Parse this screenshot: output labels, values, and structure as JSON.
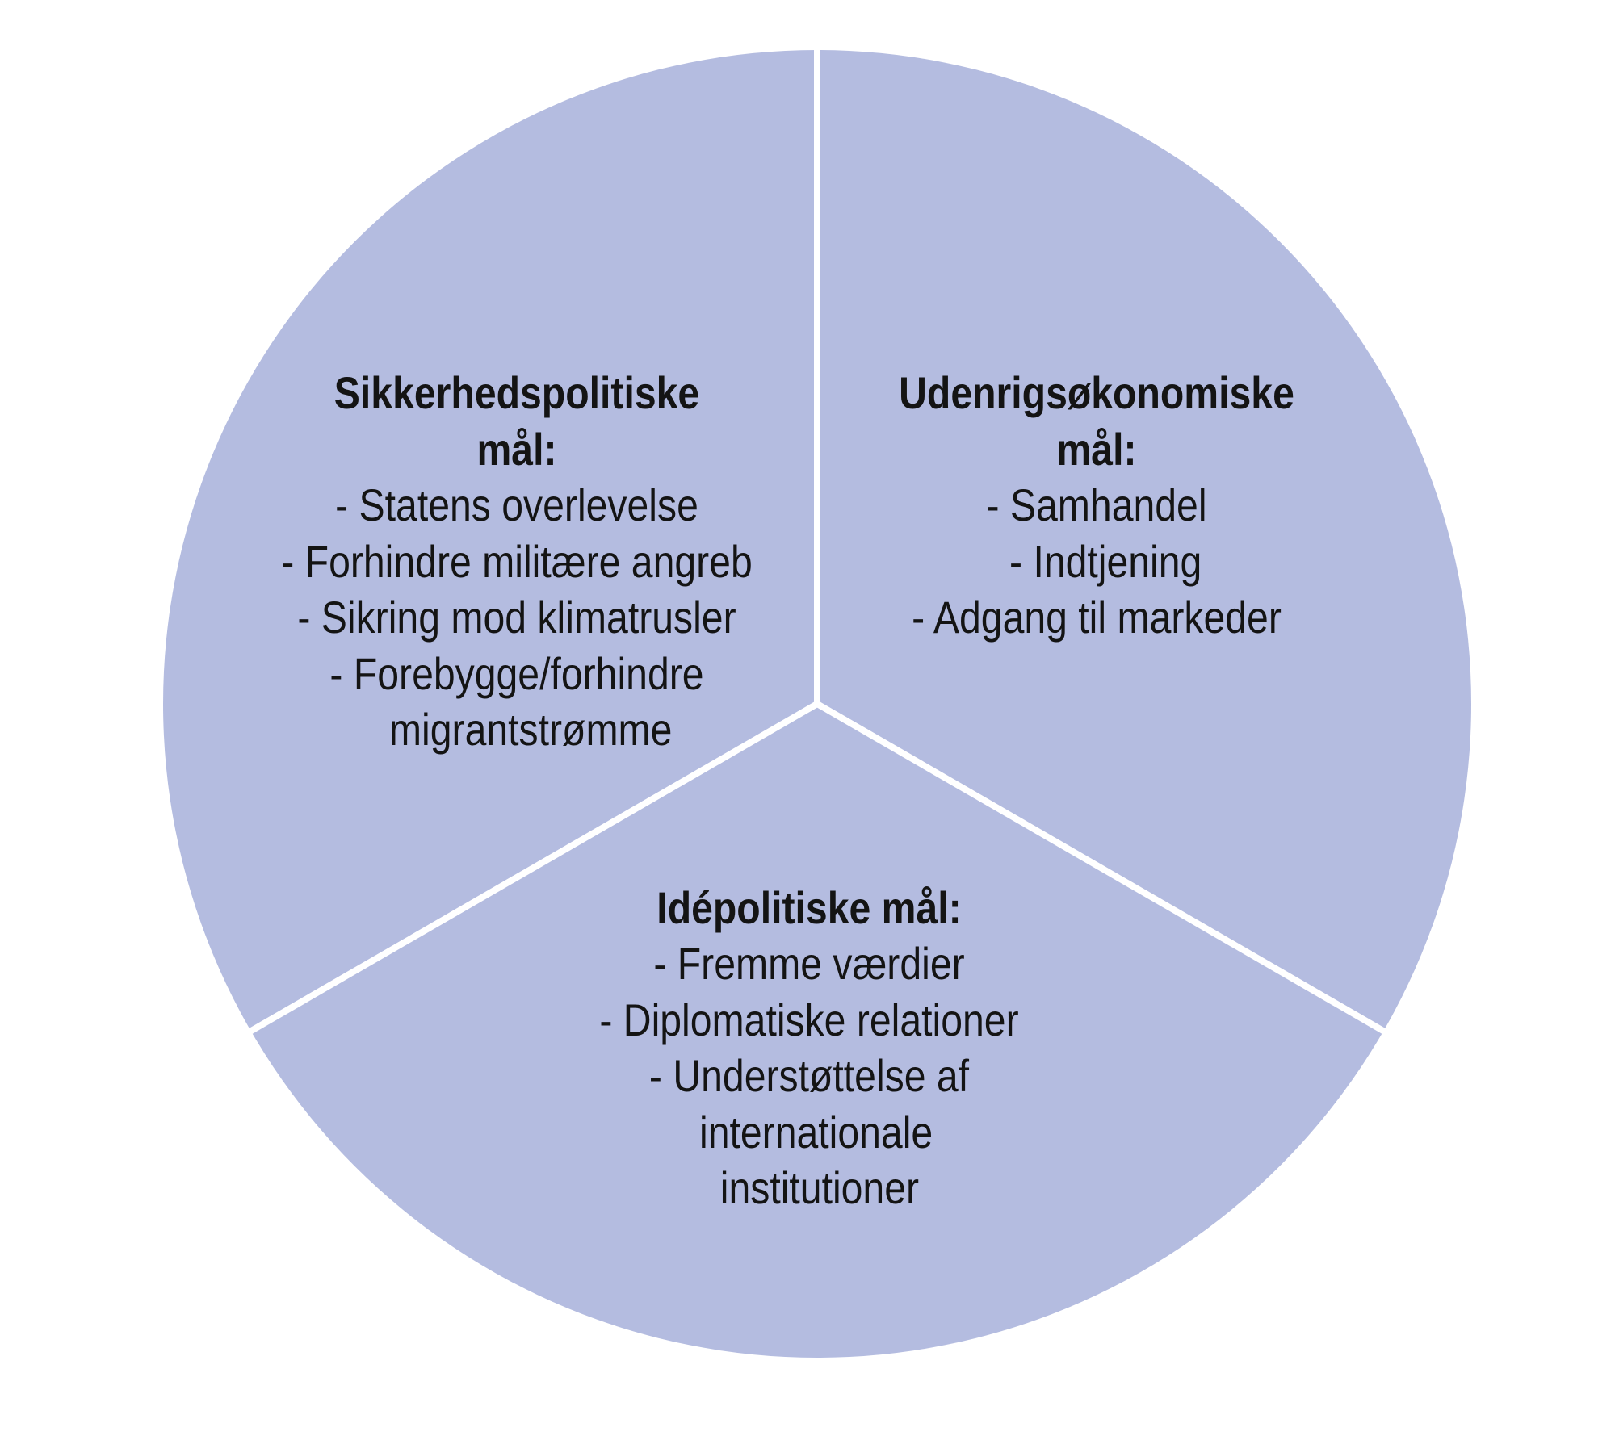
{
  "diagram": {
    "type": "three-segment circle",
    "colors": {
      "fill": "#B4BCE0",
      "divider": "#FFFFFF",
      "text": "#141414",
      "background": "#FFFFFF"
    },
    "segments": [
      {
        "position": "upper-left",
        "title_lines": [
          "Sikkerhedspolitiske",
          "mål:"
        ],
        "items": [
          "- Statens overlevelse",
          "- Forhindre militære angreb",
          "- Sikring mod klimatrusler",
          "- Forebygge/forhindre",
          "migrantstrømme"
        ]
      },
      {
        "position": "upper-right",
        "title_lines": [
          "Udenrigsøkonomiske",
          "mål:"
        ],
        "items": [
          "- Samhandel",
          "- Indtjening",
          "- Adgang til markeder"
        ]
      },
      {
        "position": "bottom",
        "title_lines": [
          "Idépolitiske mål:"
        ],
        "items": [
          "- Fremme værdier",
          "- Diplomatiske relationer",
          "- Understøttelse af",
          "internationale",
          "institutioner"
        ]
      }
    ]
  }
}
